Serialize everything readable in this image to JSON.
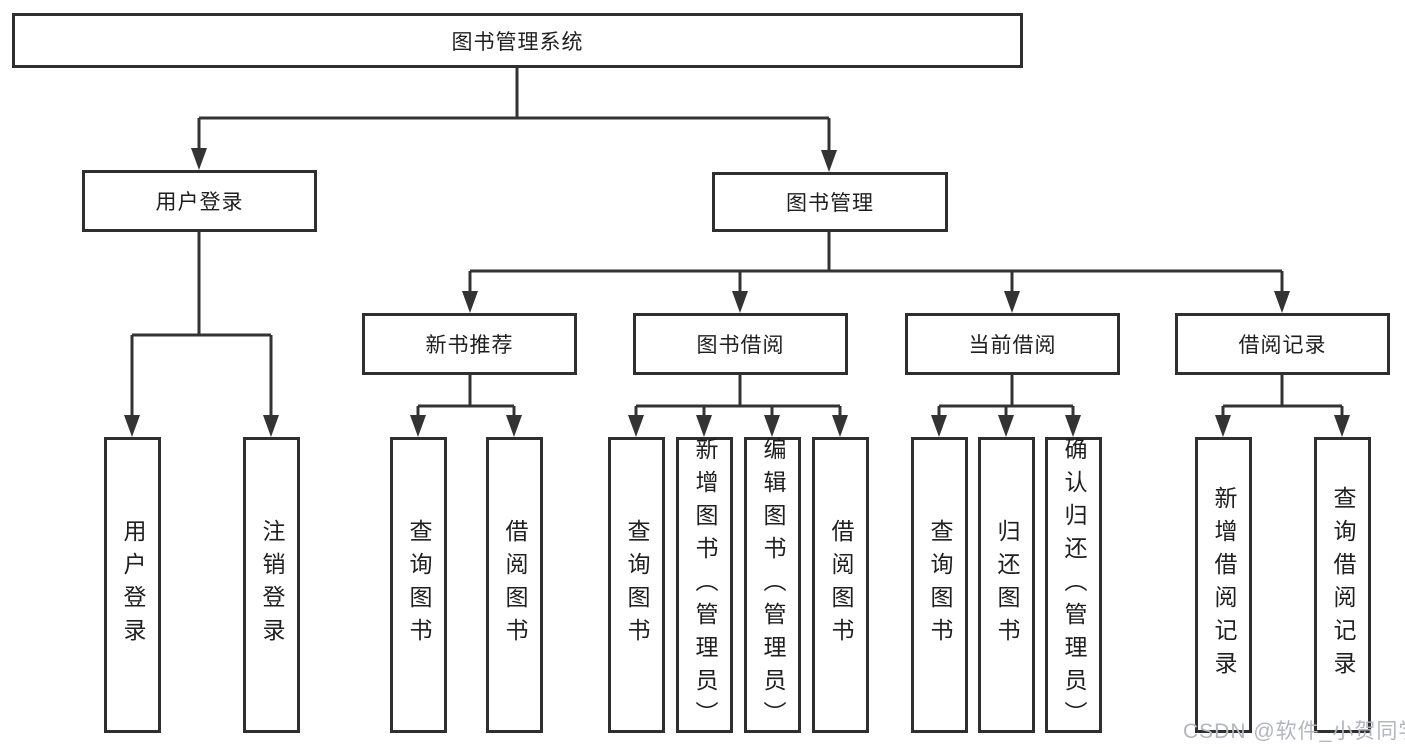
{
  "tree": {
    "root": {
      "label": "图书管理系统"
    },
    "branches": [
      {
        "label": "用户登录",
        "children": [
          {
            "label": "用户登录"
          },
          {
            "label": "注销登录"
          }
        ]
      },
      {
        "label": "图书管理",
        "children": [
          {
            "label": "新书推荐",
            "children": [
              {
                "label": "查询图书"
              },
              {
                "label": "借阅图书"
              }
            ]
          },
          {
            "label": "图书借阅",
            "children": [
              {
                "label": "查询图书"
              },
              {
                "label": "新增图书（管理员）"
              },
              {
                "label": "编辑图书（管理员）"
              },
              {
                "label": "借阅图书"
              }
            ]
          },
          {
            "label": "当前借阅",
            "children": [
              {
                "label": "查询图书"
              },
              {
                "label": "归还图书"
              },
              {
                "label": "确认归还（管理员）"
              }
            ]
          },
          {
            "label": "借阅记录",
            "children": [
              {
                "label": "新增借阅记录"
              },
              {
                "label": "查询借阅记录"
              }
            ]
          }
        ]
      }
    ]
  },
  "watermark": {
    "text": "CSDN @软件_小贺同学"
  },
  "colors": {
    "line": "#333333",
    "border": "#2f2f2f",
    "text": "#1f1f1f",
    "watermark": "#b3b6bd",
    "background": "#ffffff"
  }
}
